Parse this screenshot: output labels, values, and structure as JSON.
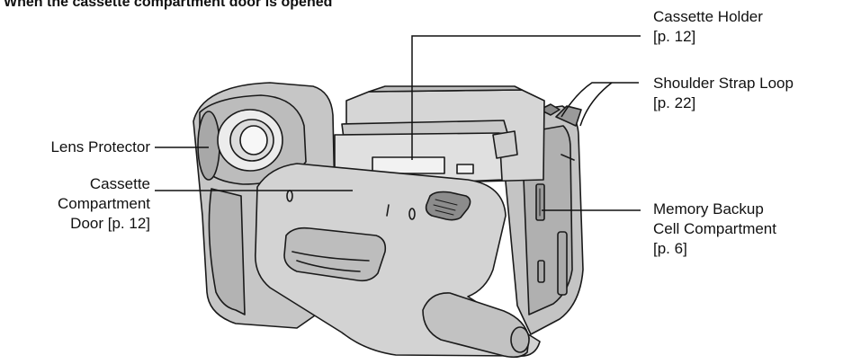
{
  "heading": "When the cassette compartment door is opened",
  "callouts": {
    "cassette_holder": "Cassette Holder\n[p. 12]",
    "shoulder_strap_loop": "Shoulder Strap Loop\n[p. 22]",
    "lens_protector": "Lens Protector",
    "cassette_door": "Cassette\nCompartment\nDoor [p. 12]",
    "memory_backup": "Memory Backup\nCell Compartment\n[p. 6]"
  }
}
